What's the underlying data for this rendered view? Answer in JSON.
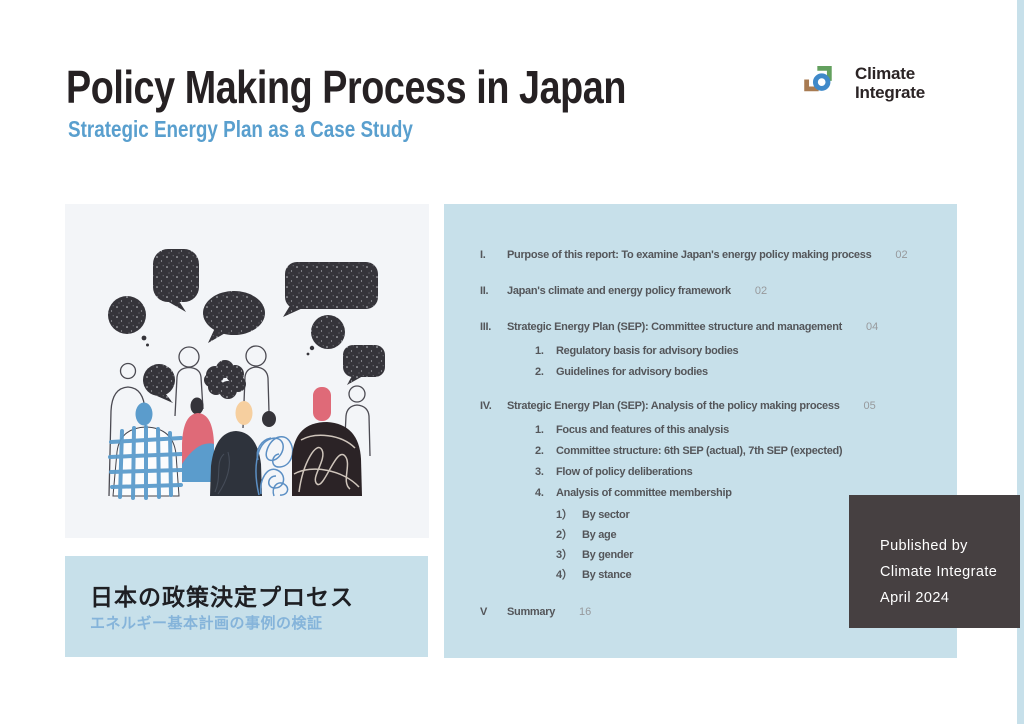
{
  "header": {
    "title": "Policy Making Process in Japan",
    "subtitle": "Strategic Energy Plan as a Case Study"
  },
  "logo": {
    "name_line1": "Climate",
    "name_line2": "Integrate",
    "icon": "climate-integrate-mark",
    "colors": {
      "blue": "#3f89c9",
      "green": "#63a05e",
      "brown": "#a87b52",
      "text": "#2b2425"
    }
  },
  "toc": {
    "items": [
      {
        "level": 1,
        "num": "I.",
        "label": "Purpose of this report: To examine Japan's energy policy making process",
        "page": "02"
      },
      {
        "level": 1,
        "num": "II.",
        "label": "Japan's climate and energy policy framework",
        "page": "02"
      },
      {
        "level": 1,
        "num": "III.",
        "label": "Strategic Energy Plan (SEP): Committee structure and management",
        "page": "04"
      },
      {
        "level": 2,
        "num": "1.",
        "label": "Regulatory basis for advisory bodies",
        "page": ""
      },
      {
        "level": 2,
        "num": "2.",
        "label": "Guidelines for advisory bodies",
        "page": ""
      },
      {
        "level": 1,
        "num": "IV.",
        "label": "Strategic Energy Plan (SEP): Analysis of the policy making process",
        "page": "05"
      },
      {
        "level": 2,
        "num": "1.",
        "label": "Focus and features of this analysis",
        "page": ""
      },
      {
        "level": 2,
        "num": "2.",
        "label": "Committee structure: 6th SEP (actual), 7th SEP (expected)",
        "page": ""
      },
      {
        "level": 2,
        "num": "3.",
        "label": "Flow of policy deliberations",
        "page": ""
      },
      {
        "level": 2,
        "num": "4.",
        "label": "Analysis of committee membership",
        "page": ""
      },
      {
        "level": 3,
        "num": "1）",
        "label": "By sector",
        "page": ""
      },
      {
        "level": 3,
        "num": "2）",
        "label": "By age",
        "page": ""
      },
      {
        "level": 3,
        "num": "3）",
        "label": "By gender",
        "page": ""
      },
      {
        "level": 3,
        "num": "4）",
        "label": "By stance",
        "page": ""
      },
      {
        "level": 1,
        "num": "V",
        "label": "Summary",
        "page": "16"
      }
    ]
  },
  "jp": {
    "title": "日本の政策決定プロセス",
    "subtitle": "エネルギー基本計画の事例の検証"
  },
  "published": {
    "lines": [
      "Published by",
      "Climate Integrate",
      "April 2024"
    ]
  },
  "illustration": {
    "name": "people-discussing-with-speech-bubbles"
  },
  "colors": {
    "panel_blue": "#c7e0ea",
    "illustration_bg": "#f3f5f8",
    "dark_box": "#464041",
    "title_text": "#262123",
    "subtitle_text": "#599fce",
    "toc_text": "#54565a",
    "toc_page_num": "#97999c",
    "bubble_dark": "#35343a",
    "accent_red": "#df6a78",
    "accent_blue": "#5b9ccc",
    "accent_peach": "#f6cf9f"
  }
}
